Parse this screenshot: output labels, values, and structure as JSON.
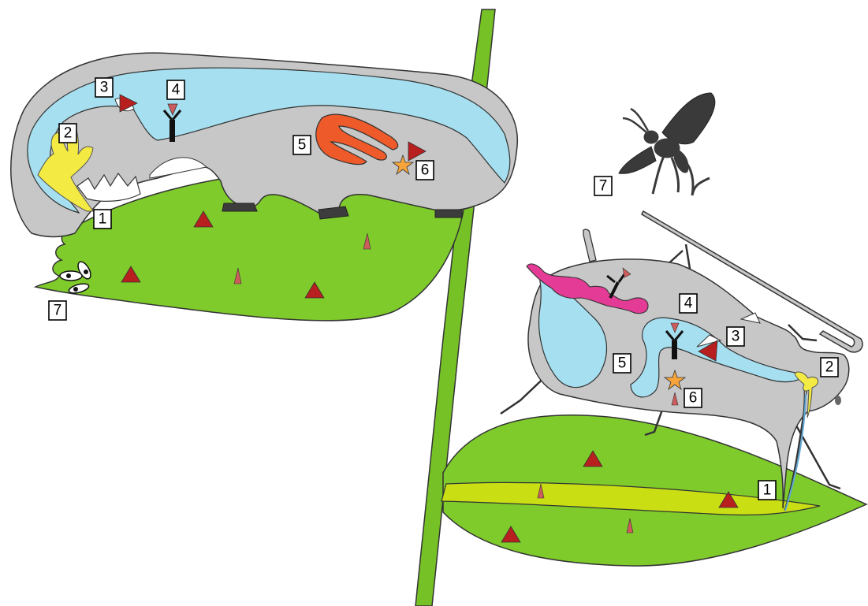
{
  "colors": {
    "leaf": "#7ecb2b",
    "stem": "#76c226",
    "body": "#c7c7c7",
    "gut": "#a5dff0",
    "gland_yellow": "#f3ea43",
    "salivary_red": "#ee5a29",
    "marker": "#b81f1f",
    "marker_small": "#cd5c5c",
    "star": "#f7a43a",
    "wasp": "#3a3a3a",
    "aphid_gut_magenta": "#e33b96",
    "phloem": "#c9df14"
  },
  "caterpillar": {
    "labels": [
      "1",
      "2",
      "3",
      "4",
      "5",
      "6",
      "7"
    ]
  },
  "aphid": {
    "labels": [
      "1",
      "2",
      "3",
      "4",
      "5",
      "6",
      "7"
    ]
  }
}
